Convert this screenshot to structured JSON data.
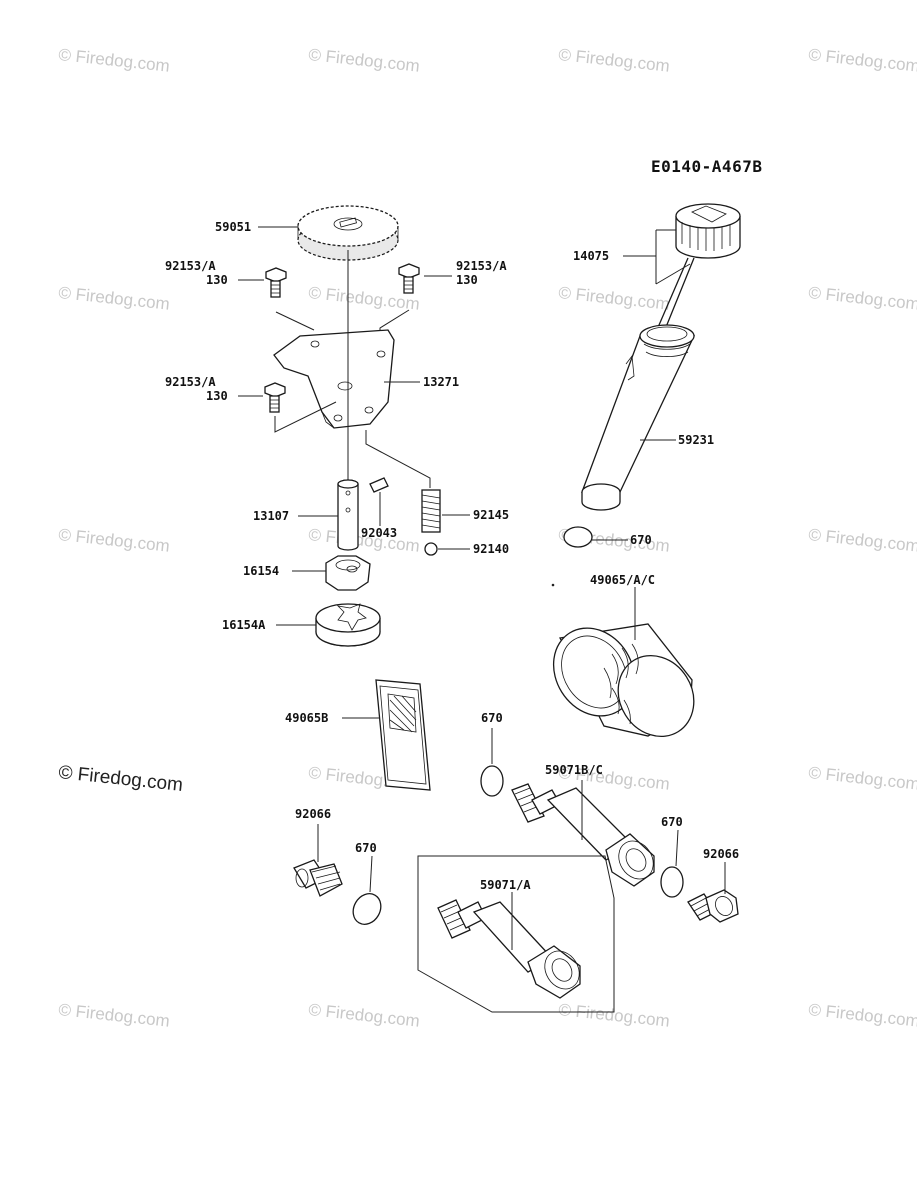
{
  "diagram_code": "E0140-A467B",
  "watermark": "© Firedog.com",
  "parts": {
    "p59051": "59051",
    "p92153_left_top": "92153/A",
    "p92153_left_top_qty": "130",
    "p92153_right_top": "92153/A",
    "p92153_right_top_qty": "130",
    "p92153_left_mid": "92153/A",
    "p92153_left_mid_qty": "130",
    "p13271": "13271",
    "p13107": "13107",
    "p92043": "92043",
    "p92145": "92145",
    "p92140": "92140",
    "p16154": "16154",
    "p16154A": "16154A",
    "p14075": "14075",
    "p59231": "59231",
    "p670_a": "670",
    "p49065": "49065/A/C",
    "p49065B": "49065B",
    "p670_b": "670",
    "p59071B": "59071B/C",
    "p670_c": "670",
    "p92066_right": "92066",
    "p92066_left": "92066",
    "p670_d": "670",
    "p59071A": "59071/A"
  }
}
